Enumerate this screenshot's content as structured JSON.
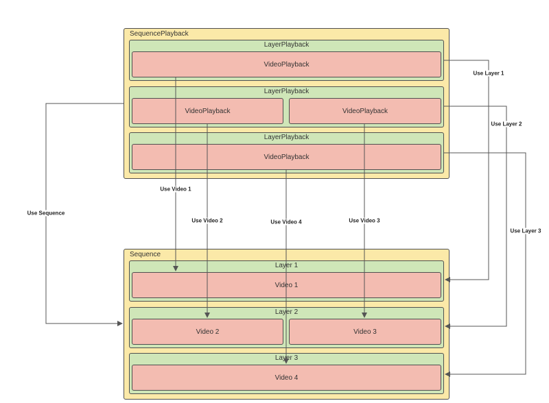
{
  "playback": {
    "title": "SequencePlayback",
    "layers": [
      {
        "title": "LayerPlayback",
        "videos": [
          "VideoPlayback"
        ]
      },
      {
        "title": "LayerPlayback",
        "videos": [
          "VideoPlayback",
          "VideoPlayback"
        ]
      },
      {
        "title": "LayerPlayback",
        "videos": [
          "VideoPlayback"
        ]
      }
    ]
  },
  "sequence": {
    "title": "Sequence",
    "layers": [
      {
        "title": "Layer 1",
        "videos": [
          "Video 1"
        ]
      },
      {
        "title": "Layer 2",
        "videos": [
          "Video 2",
          "Video 3"
        ]
      },
      {
        "title": "Layer 3",
        "videos": [
          "Video 4"
        ]
      }
    ]
  },
  "edges": {
    "use_sequence": "Use Sequence",
    "use_layer_1": "Use Layer 1",
    "use_layer_2": "Use Layer 2",
    "use_layer_3": "Use Layer 3",
    "use_video_1": "Use Video 1",
    "use_video_2": "Use Video 2",
    "use_video_3": "Use Video 3",
    "use_video_4": "Use Video 4"
  },
  "colors": {
    "container": "#fbe9a8",
    "layer": "#cfe6b8",
    "video": "#f3bcb1",
    "border": "#4f4f4f",
    "arrow": "#555555"
  }
}
